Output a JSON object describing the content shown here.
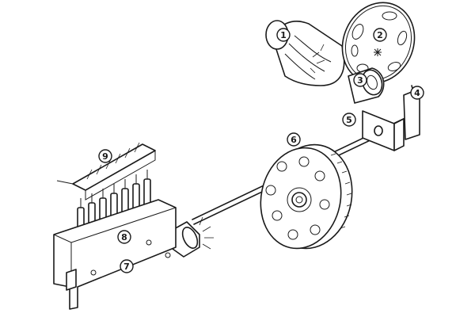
{
  "callouts": [
    {
      "id": "lamp",
      "label": "1"
    },
    {
      "id": "chopper-disc",
      "label": "2"
    },
    {
      "id": "hub",
      "label": "3"
    },
    {
      "id": "bracket",
      "label": "4"
    },
    {
      "id": "bearing-plate",
      "label": "5"
    },
    {
      "id": "encoder-wheel",
      "label": "6"
    },
    {
      "id": "base-block",
      "label": "7"
    },
    {
      "id": "sensor-array",
      "label": "8"
    },
    {
      "id": "comb-rack",
      "label": "9"
    }
  ]
}
